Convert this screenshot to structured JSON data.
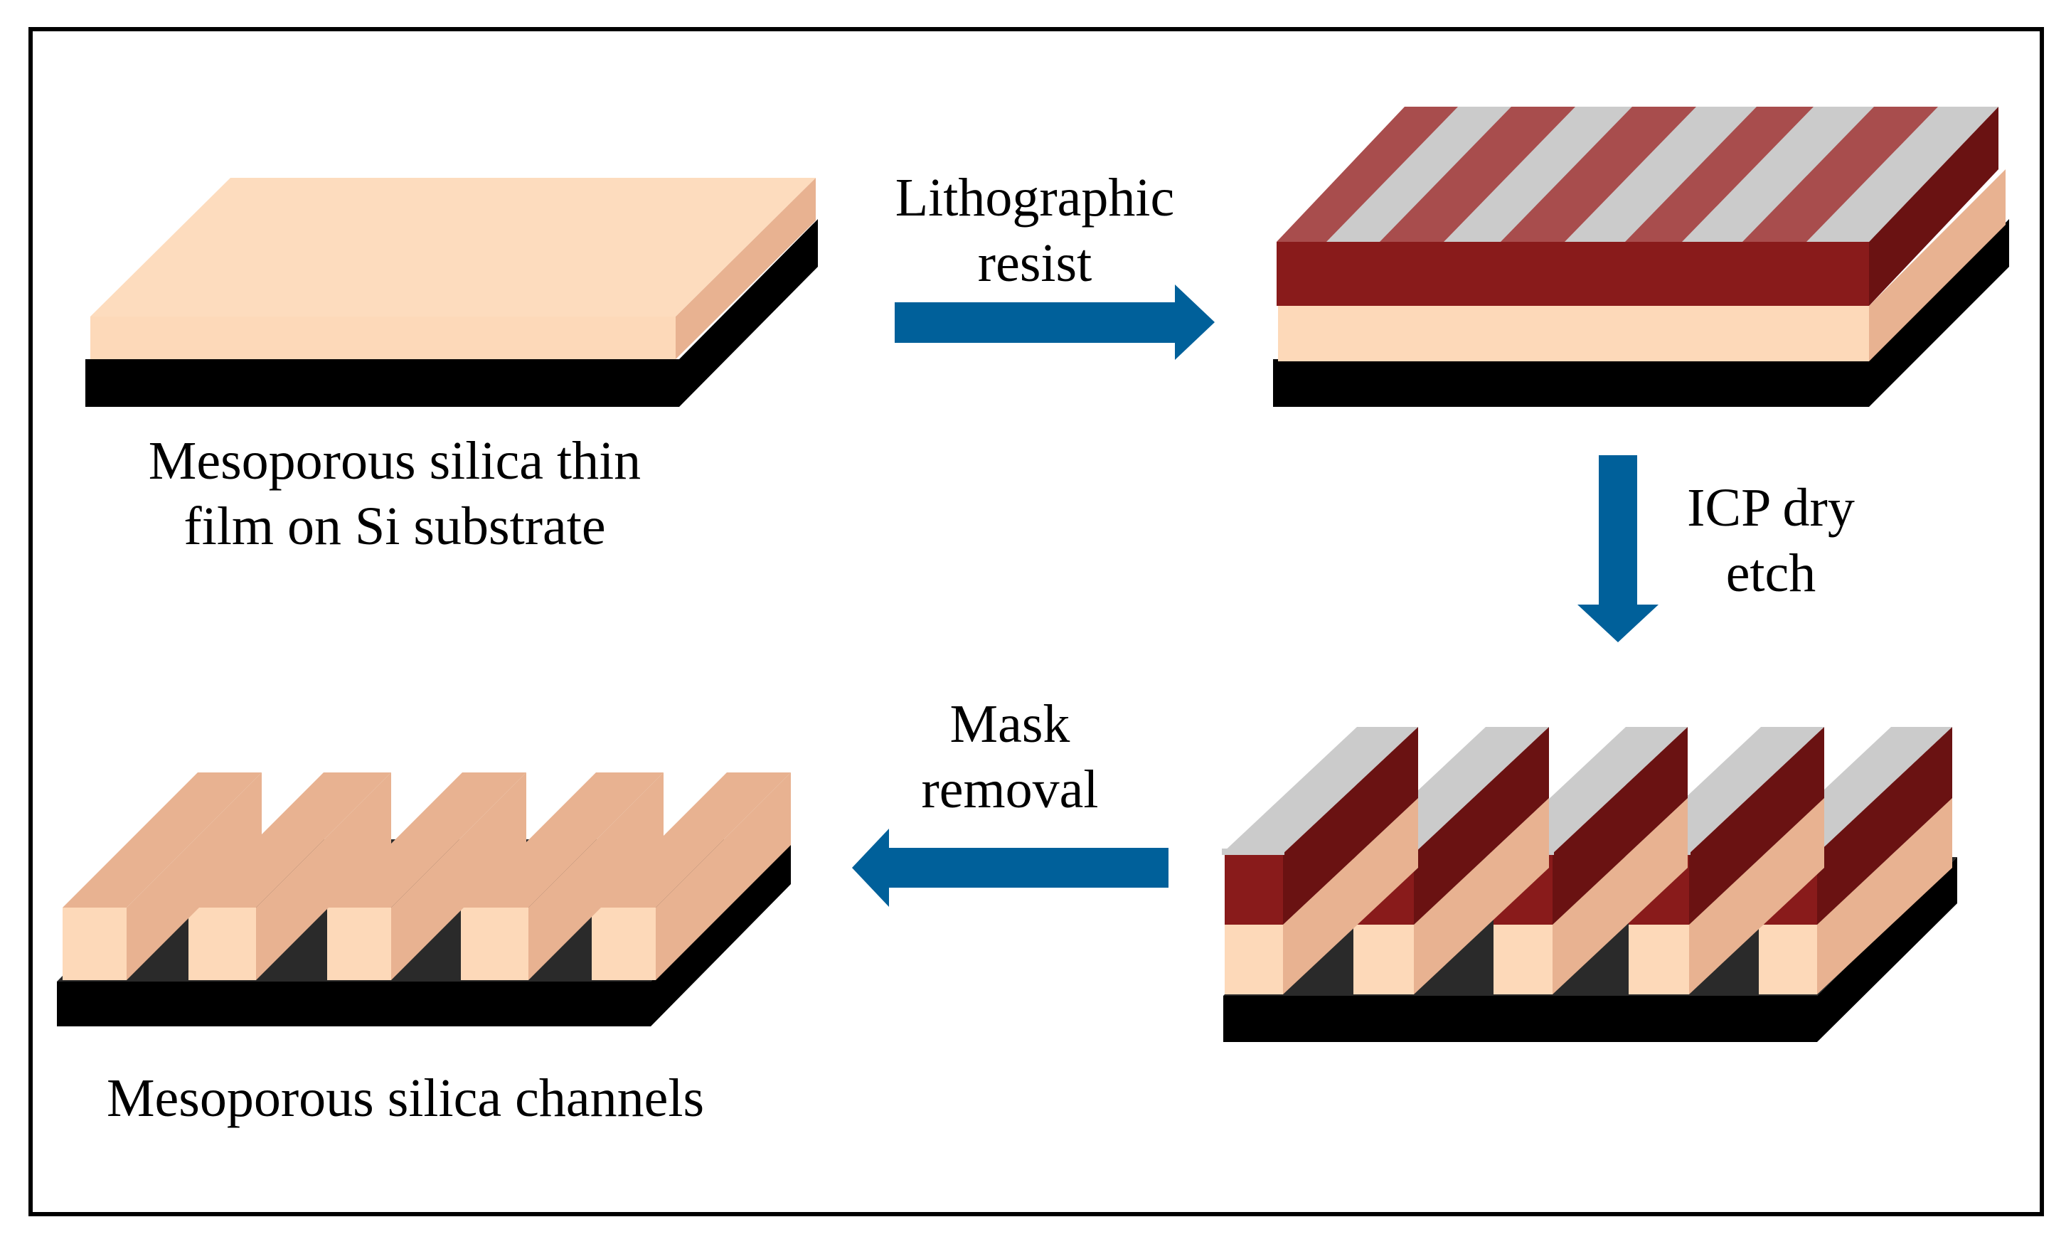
{
  "labels": {
    "thin_film_line1": "Mesoporous silica thin",
    "thin_film_line2": "film on Si substrate",
    "step1_line1": "Lithographic",
    "step1_line2": "resist",
    "step2_line1": "ICP dry",
    "step2_line2": "etch",
    "step3_line1": "Mask",
    "step3_line2": "removal",
    "channels": "Mesoporous silica channels"
  },
  "colors": {
    "silica_front": "#fdd9b9",
    "silica_side": "#e8b291",
    "substrate": "#000000",
    "substrate_top": "#2a2a2a",
    "resist_front": "#891b1b",
    "resist_side": "#6a1212",
    "resist_top": "#a84d4d",
    "mask": "#cbcbcb",
    "arrow": "#00609a"
  }
}
